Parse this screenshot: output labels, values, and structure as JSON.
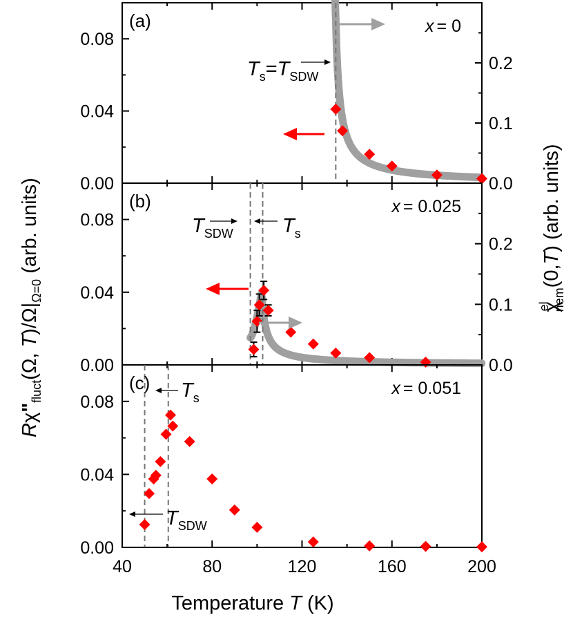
{
  "figure": {
    "xlabel_prefix": "Temperature ",
    "xlabel_var": "T",
    "xlabel_unit": " (K)",
    "ylabel_left": {
      "R": "R",
      "chi": "χ",
      "dprime": "\"",
      "sub": "fluct",
      "args": "(Ω, ",
      "T": "T",
      "rest": ")/Ω|",
      "sub2": "Ω=0",
      "units": " (arb. units)"
    },
    "ylabel_right": {
      "chi": "χ",
      "sup": "el",
      "sub": "nem",
      "args": "(0,",
      "T": "T",
      "rest": ") (arb. units)"
    }
  },
  "chart_data": [
    {
      "type": "scatter",
      "panel": "(a)",
      "composition_var": "x",
      "composition_value": "= 0",
      "xlim": [
        40,
        200
      ],
      "ylim": [
        0,
        0.1
      ],
      "yticks": [
        "0.00",
        "0.04",
        "0.08"
      ],
      "xticks": [
        "40",
        "80",
        "120",
        "160",
        "200"
      ],
      "right_axis": {
        "ylim": [
          0,
          0.3
        ],
        "yticks": [
          "0.0",
          "0.1",
          "0.2"
        ]
      },
      "series": [
        {
          "marker": "diamond",
          "color": "#ff0000",
          "axis": "left",
          "x": [
            135,
            138,
            150,
            160,
            180,
            200
          ],
          "y": [
            0.041,
            0.029,
            0.016,
            0.0095,
            0.0045,
            0.0025
          ]
        },
        {
          "line": "thick",
          "color": "#a0a0a0",
          "axis": "right",
          "curve": "nematic-susceptibility",
          "diverges_at": 134
        }
      ],
      "vlines": [
        135
      ],
      "annotations": [
        {
          "label": "T_s = T_SDW",
          "arrow_to": 135
        }
      ],
      "arrows": [
        {
          "direction": "left",
          "color": "#ff0000",
          "points_to": "left-axis"
        },
        {
          "direction": "right",
          "color": "#a0a0a0",
          "points_to": "right-axis"
        }
      ]
    },
    {
      "type": "scatter",
      "panel": "(b)",
      "composition_var": "x",
      "composition_value": "= 0.025",
      "xlim": [
        40,
        200
      ],
      "ylim": [
        0,
        0.1
      ],
      "yticks": [
        "0.00",
        "0.04",
        "0.08"
      ],
      "right_axis": {
        "ylim": [
          0,
          0.3
        ],
        "yticks": [
          "0.0",
          "0.1",
          "0.2"
        ]
      },
      "series": [
        {
          "marker": "diamond",
          "color": "#ff0000",
          "axis": "left",
          "x": [
            98.5,
            100,
            101,
            103,
            105,
            115,
            125,
            135,
            150,
            175
          ],
          "y": [
            0.0085,
            0.024,
            0.033,
            0.041,
            0.03,
            0.018,
            0.0115,
            0.0065,
            0.004,
            0.0015
          ],
          "error_bars": [
            0.004,
            0.006,
            0.006,
            0.005,
            0.003,
            0,
            0,
            0,
            0,
            0
          ]
        },
        {
          "line": "thick",
          "color": "#a0a0a0",
          "axis": "right",
          "curve": "nematic-susceptibility",
          "peak_at": 102
        }
      ],
      "vlines": [
        97,
        102.5
      ],
      "annotations": [
        {
          "label": "T_SDW",
          "arrow_to": 97
        },
        {
          "label": "T_s",
          "arrow_to": 102.5
        }
      ],
      "arrows": [
        {
          "direction": "left",
          "color": "#ff0000",
          "points_to": "left-axis"
        },
        {
          "direction": "right",
          "color": "#a0a0a0",
          "points_to": "right-axis"
        }
      ]
    },
    {
      "type": "scatter",
      "panel": "(c)",
      "composition_var": "x",
      "composition_value": "= 0.051",
      "xlim": [
        40,
        200
      ],
      "ylim": [
        0,
        0.1
      ],
      "yticks": [
        "0.00",
        "0.04",
        "0.08"
      ],
      "series": [
        {
          "marker": "diamond",
          "color": "#ff0000",
          "axis": "left",
          "x": [
            50,
            52,
            54,
            55,
            57,
            59.5,
            61.5,
            62.5,
            70,
            80,
            90,
            100,
            125,
            150,
            175,
            200
          ],
          "y": [
            0.0125,
            0.0295,
            0.0375,
            0.0395,
            0.047,
            0.062,
            0.0725,
            0.0665,
            0.058,
            0.0375,
            0.0205,
            0.011,
            0.003,
            0.0008,
            0.0005,
            0.0003
          ]
        }
      ],
      "vlines": [
        50,
        60.5
      ],
      "annotations": [
        {
          "label": "T_s",
          "arrow_to": 60.5
        },
        {
          "label": "T_SDW",
          "arrow_to": 50
        }
      ]
    }
  ]
}
